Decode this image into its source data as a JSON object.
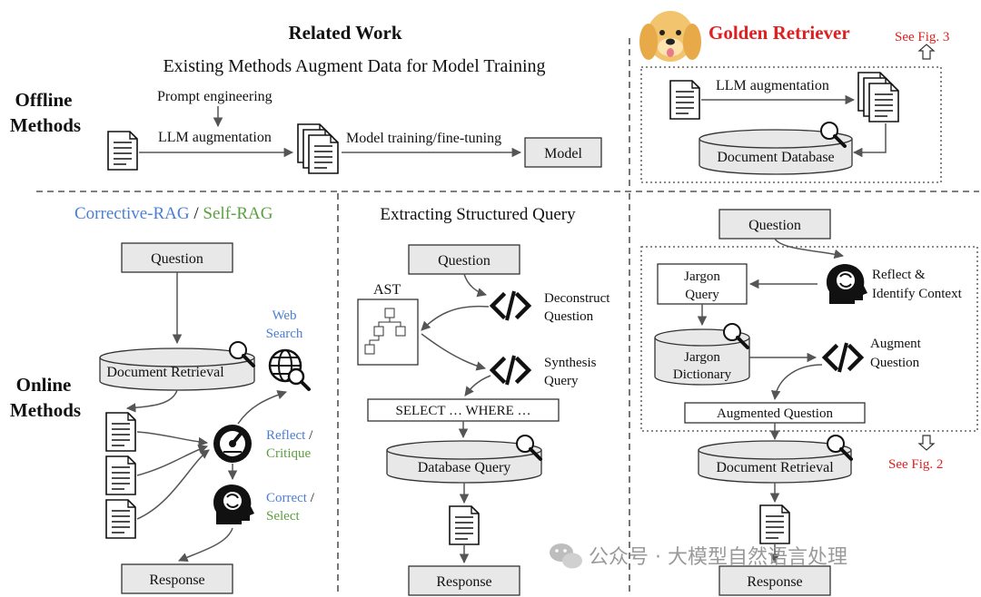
{
  "header": {
    "related_work": "Related Work",
    "golden_retriever": "Golden Retriever",
    "see_fig3": "See Fig. 3",
    "see_fig2": "See Fig. 2"
  },
  "offline": {
    "row_label_1": "Offline",
    "row_label_2": "Methods",
    "subtitle": "Existing Methods Augment Data for Model Training",
    "prompt_engineering": "Prompt engineering",
    "llm_augmentation": "LLM augmentation",
    "model_training": "Model training/fine-tuning",
    "model": "Model",
    "gr_llm_augmentation": "LLM augmentation",
    "document_database": "Document Database"
  },
  "online": {
    "row_label_1": "Online",
    "row_label_2": "Methods",
    "corrective_rag": "Corrective-RAG",
    "slash": " / ",
    "self_rag": "Self-RAG",
    "question": "Question",
    "web_1": "Web",
    "web_2": "Search",
    "document_retrieval": "Document Retrieval",
    "reflect_a": "Reflect",
    "reflect_b": " /",
    "critique": "Critique",
    "correct_a": "Correct",
    "correct_b": " /",
    "select": "Select",
    "response": "Response"
  },
  "structured": {
    "title": "Extracting Structured Query",
    "question": "Question",
    "ast": "AST",
    "deconstruct_1": "Deconstruct",
    "deconstruct_2": "Question",
    "synthesis_1": "Synthesis",
    "synthesis_2": "Query",
    "select_where": "SELECT … WHERE …",
    "database_query": "Database Query",
    "response": "Response"
  },
  "golden": {
    "question": "Question",
    "jargon_query_1": "Jargon",
    "jargon_query_2": "Query",
    "reflect_1": "Reflect &",
    "reflect_2": "Identify Context",
    "jargon_dict_1": "Jargon",
    "jargon_dict_2": "Dictionary",
    "augment_1": "Augment",
    "augment_2": "Question",
    "augmented_question": "Augmented Question",
    "document_retrieval": "Document Retrieval",
    "response": "Response"
  },
  "watermark": "公众号 · 大模型自然语言处理",
  "colors": {
    "corrective_blue": "#4a7fd4",
    "self_green": "#5aa040",
    "golden_red": "#e02020",
    "box_fill": "#e8e8e8"
  },
  "icons": [
    "document-icon",
    "documents-stack-icon",
    "magnifier-icon",
    "globe-search-icon",
    "gauge-icon",
    "head-cycle-icon",
    "code-icon",
    "ast-tree-icon",
    "dog-icon"
  ]
}
